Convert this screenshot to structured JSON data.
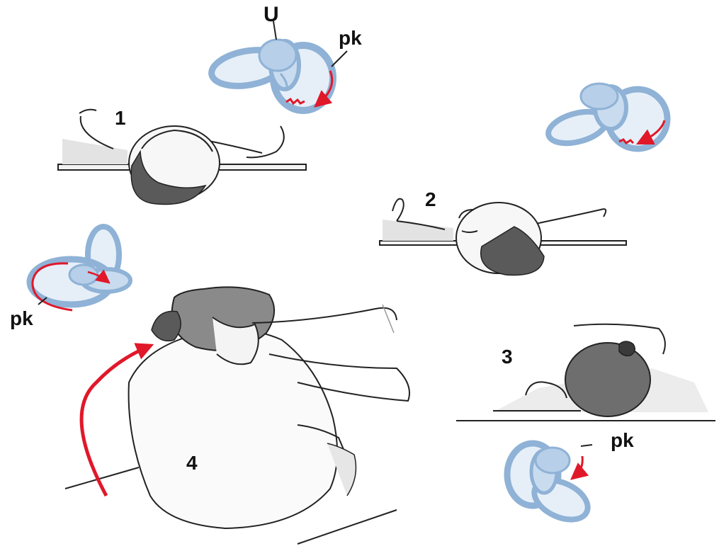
{
  "labels": {
    "utricle": "U",
    "canal_top": "pk",
    "step1": "1",
    "step2": "2",
    "canal_left": "pk",
    "step3": "3",
    "canal_bottom": "pk",
    "step4": "4"
  },
  "colors": {
    "labyrinth_fill": "#c9dcef",
    "labyrinth_stroke": "#8fb2d6",
    "arrow": "#e0182a",
    "ink": "#222222",
    "hair": "#5a5a5a",
    "shade": "#d9d9d9"
  }
}
